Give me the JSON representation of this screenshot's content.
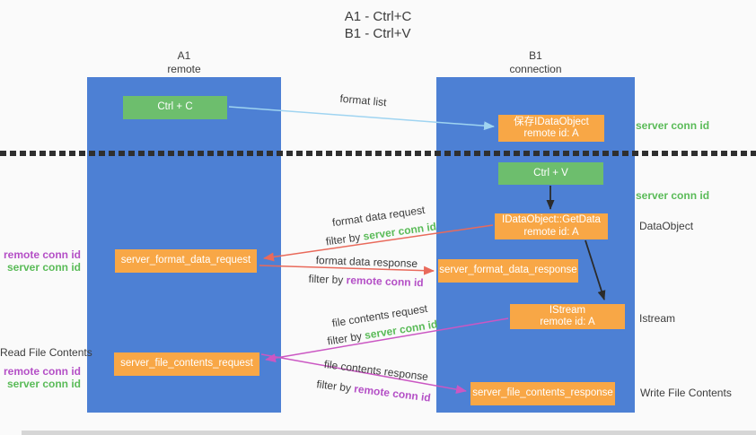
{
  "title": {
    "line1": "A1 - Ctrl+C",
    "line2": "B1 - Ctrl+V"
  },
  "lanes": {
    "left": {
      "id": "A1",
      "role": "remote"
    },
    "right": {
      "id": "B1",
      "role": "connection"
    }
  },
  "nodes": {
    "ctrl_c": {
      "label": "Ctrl + C"
    },
    "save_dataobject": {
      "line1": "保存IDataObject",
      "line2": "remote id: A"
    },
    "ctrl_v": {
      "label": "Ctrl + V"
    },
    "getdata": {
      "line1": "IDataObject::GetData",
      "line2": "remote id: A"
    },
    "istream": {
      "line1": "IStream",
      "line2": "remote id: A"
    },
    "server_format_data_request": {
      "label": "server_format_data_request"
    },
    "server_format_data_response": {
      "label": "server_format_data_response"
    },
    "server_file_contents_request": {
      "label": "server_file_contents_request"
    },
    "server_file_contents_response": {
      "label": "server_file_contents_response"
    }
  },
  "flow_labels": {
    "format_list": "format list",
    "format_data_request": "format data request",
    "format_data_response": "format data response",
    "file_contents_request": "file contents request",
    "file_contents_response": "file contents response",
    "filter_by": "filter by",
    "server_conn_id": "server conn id",
    "remote_conn_id": "remote conn id"
  },
  "annotations": {
    "server_conn_id_top": "server conn id",
    "server_conn_id_mid": "server conn id",
    "dataobject": "DataObject",
    "istream": "Istream",
    "write_file_contents": "Write File Contents",
    "read_file_contents": "Read File Contents",
    "remote_conn_id": "remote conn id",
    "server_conn_id": "server conn id"
  },
  "colors": {
    "lane_blue": "#4d80d4",
    "box_green": "#6dbe6d",
    "box_orange": "#f8a746",
    "arrow_light_blue": "#9fd4f1",
    "arrow_red": "#e96a5b",
    "arrow_magenta": "#cb57c3",
    "arrow_black": "#2b2b2b",
    "label_green": "#5abb58",
    "label_purple": "#b44fc6",
    "text_dark": "#3c3c3c"
  }
}
